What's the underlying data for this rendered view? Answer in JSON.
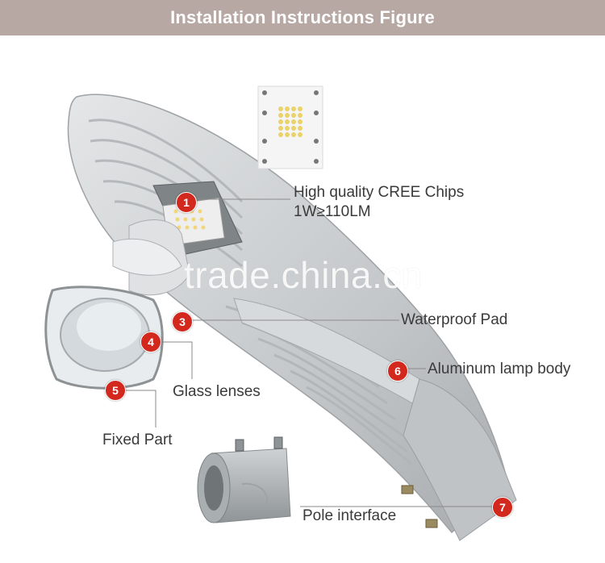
{
  "header": {
    "title": "Installation Instructions Figure"
  },
  "watermark": {
    "text": "trade.china.cn"
  },
  "colors": {
    "banner": "#b7a8a4",
    "badge": "#d2281e",
    "lamp_body": "#c9ccce",
    "lamp_shadow": "#a9adb0"
  },
  "callouts": [
    {
      "number": "1",
      "label_line1": "High quality CREE Chips",
      "label_line2": "1W≥110LM"
    },
    {
      "number": "3",
      "label": "Waterproof Pad"
    },
    {
      "number": "4",
      "label": "Glass lenses"
    },
    {
      "number": "5",
      "label": "Fixed Part"
    },
    {
      "number": "6",
      "label": "Aluminum lamp body"
    },
    {
      "number": "7",
      "label": "Pole interface"
    }
  ]
}
